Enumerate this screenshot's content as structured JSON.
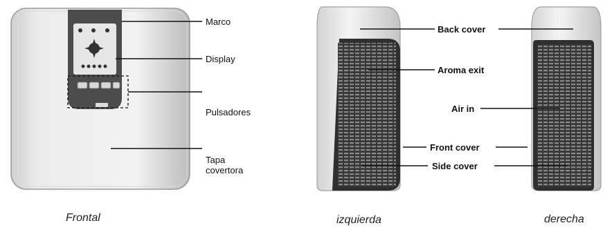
{
  "front": {
    "labels": {
      "marco": "Marco",
      "display": "Display",
      "pulsadores": "Pulsadores",
      "tapa_line1": "Tapa",
      "tapa_line2": "covertora"
    },
    "caption": "Frontal"
  },
  "side": {
    "labels": {
      "back_cover": "Back cover",
      "aroma_exit": "Aroma exit",
      "air_in": "Air in",
      "front_cover": "Front cover",
      "side_cover": "Side cover"
    },
    "captions": {
      "left": "izquierda",
      "right": "derecha"
    }
  },
  "colors": {
    "body_light": "#e8e8e8",
    "panel_dark": "#4a4a4a",
    "grille_dark": "#3c3c3c",
    "leader_line": "#111111"
  }
}
